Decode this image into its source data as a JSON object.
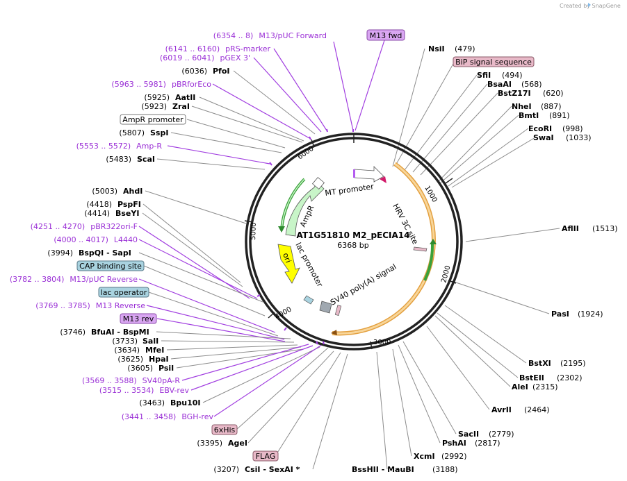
{
  "credit": "Created by SnapGene",
  "plasmid": {
    "name": "AT1G51810 M2_pECIA14",
    "length": "6368 bp"
  },
  "ticks": [
    "1000",
    "2000",
    "3000",
    "4000",
    "5000",
    "6000"
  ],
  "features": {
    "mt_promoter": "MT promoter",
    "hrv_site": "HRV 3C site",
    "sv40": "SV40 poly(A) signal",
    "lac_promoter": "lac promoter",
    "ori": "ori",
    "ampr": "AmpR"
  },
  "sites_left": [
    {
      "pos": "(6354 .. 8)",
      "name": "M13/pUC Forward",
      "kind": "primer"
    },
    {
      "pos": "(6141 .. 6160)",
      "name": "pRS-marker",
      "kind": "primer"
    },
    {
      "pos": "(6019 .. 6041)",
      "name": "pGEX 3'",
      "kind": "primer"
    },
    {
      "pos": "(6036)",
      "name": "PfoI",
      "kind": "enzyme"
    },
    {
      "pos": "(5963 .. 5981)",
      "name": "pBRforEco",
      "kind": "primer"
    },
    {
      "pos": "(5925)",
      "name": "AatII",
      "kind": "enzyme"
    },
    {
      "pos": "(5923)",
      "name": "ZraI",
      "kind": "enzyme"
    },
    {
      "pos": "",
      "name": "AmpR promoter",
      "kind": "box"
    },
    {
      "pos": "(5807)",
      "name": "SspI",
      "kind": "enzyme"
    },
    {
      "pos": "(5553 .. 5572)",
      "name": "Amp-R",
      "kind": "primer"
    },
    {
      "pos": "(5483)",
      "name": "ScaI",
      "kind": "enzyme"
    },
    {
      "pos": "(5003)",
      "name": "AhdI",
      "kind": "enzyme"
    },
    {
      "pos": "(4418)",
      "name": "PspFI",
      "kind": "enzyme"
    },
    {
      "pos": "(4414)",
      "name": "BseYI",
      "kind": "enzyme"
    },
    {
      "pos": "(4251 .. 4270)",
      "name": "pBR322ori-F",
      "kind": "primer"
    },
    {
      "pos": "(4000 .. 4017)",
      "name": "L4440",
      "kind": "primer"
    },
    {
      "pos": "(3994)",
      "name": "BspQI - SapI",
      "kind": "enzyme"
    },
    {
      "pos": "",
      "name": "CAP binding site",
      "kind": "box"
    },
    {
      "pos": "(3782 .. 3804)",
      "name": "M13/pUC Reverse",
      "kind": "primer"
    },
    {
      "pos": "",
      "name": "lac operator",
      "kind": "box"
    },
    {
      "pos": "(3769 .. 3785)",
      "name": "M13 Reverse",
      "kind": "primer"
    },
    {
      "pos": "",
      "name": "M13 rev",
      "kind": "box"
    },
    {
      "pos": "(3746)",
      "name": "BfuAI - BspMI",
      "kind": "enzyme"
    },
    {
      "pos": "(3733)",
      "name": "SalI",
      "kind": "enzyme"
    },
    {
      "pos": "(3634)",
      "name": "MfeI",
      "kind": "enzyme"
    },
    {
      "pos": "(3625)",
      "name": "HpaI",
      "kind": "enzyme"
    },
    {
      "pos": "(3605)",
      "name": "PsiI",
      "kind": "enzyme"
    },
    {
      "pos": "(3569 .. 3588)",
      "name": "SV40pA-R",
      "kind": "primer"
    },
    {
      "pos": "(3515 .. 3534)",
      "name": "EBV-rev",
      "kind": "primer"
    },
    {
      "pos": "(3463)",
      "name": "Bpu10I",
      "kind": "enzyme"
    },
    {
      "pos": "(3441 .. 3458)",
      "name": "BGH-rev",
      "kind": "primer"
    },
    {
      "pos": "",
      "name": "6xHis",
      "kind": "box"
    },
    {
      "pos": "(3395)",
      "name": "AgeI",
      "kind": "enzyme"
    },
    {
      "pos": "",
      "name": "FLAG",
      "kind": "box"
    },
    {
      "pos": "(3207)",
      "name": "CsiI - SexAI *",
      "kind": "enzyme"
    }
  ],
  "sites_right": [
    {
      "pos": "",
      "name": "M13 fwd",
      "kind": "box"
    },
    {
      "pos": "(479)",
      "name": "NsiI",
      "kind": "enzyme"
    },
    {
      "pos": "",
      "name": "BiP signal sequence",
      "kind": "box"
    },
    {
      "pos": "(494)",
      "name": "SfiI",
      "kind": "enzyme"
    },
    {
      "pos": "(568)",
      "name": "BsaAI",
      "kind": "enzyme"
    },
    {
      "pos": "(620)",
      "name": "BstZ17I",
      "kind": "enzyme"
    },
    {
      "pos": "(887)",
      "name": "NheI",
      "kind": "enzyme"
    },
    {
      "pos": "(891)",
      "name": "BmtI",
      "kind": "enzyme"
    },
    {
      "pos": "(998)",
      "name": "EcoRI",
      "kind": "enzyme"
    },
    {
      "pos": "(1033)",
      "name": "SwaI",
      "kind": "enzyme"
    },
    {
      "pos": "(1513)",
      "name": "AflII",
      "kind": "enzyme"
    },
    {
      "pos": "(1924)",
      "name": "PasI",
      "kind": "enzyme"
    },
    {
      "pos": "(2195)",
      "name": "BstXI",
      "kind": "enzyme"
    },
    {
      "pos": "(2302)",
      "name": "BstEII",
      "kind": "enzyme"
    },
    {
      "pos": "(2315)",
      "name": "AleI",
      "kind": "enzyme"
    },
    {
      "pos": "(2464)",
      "name": "AvrII",
      "kind": "enzyme"
    },
    {
      "pos": "(2779)",
      "name": "SacII",
      "kind": "enzyme"
    },
    {
      "pos": "(2817)",
      "name": "PshAI",
      "kind": "enzyme"
    },
    {
      "pos": "(2992)",
      "name": "XcmI",
      "kind": "enzyme"
    },
    {
      "pos": "(3188)",
      "name": "BssHII - MauBI",
      "kind": "enzyme"
    }
  ],
  "colors": {
    "primer": "#9a2fd6",
    "box_purple": "#d9a6f2",
    "box_pink": "#e8b9c8",
    "box_blue": "#a9d3e0",
    "orange_feature": "#f5c27a",
    "green_arrow": "#c8f5c8",
    "ori": "#ffff00"
  }
}
